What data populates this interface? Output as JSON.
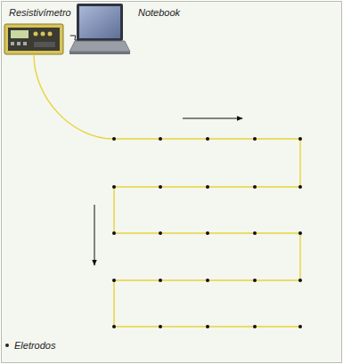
{
  "diagram": {
    "nodes": [
      {
        "text": [
          "Resistivímetro"
        ]
      },
      {
        "text": [
          "Notebook"
        ]
      }
    ],
    "edges": [
      {
        "from": 0,
        "to": 1,
        "arrow": "none"
      }
    ],
    "legend": [
      {
        "text": "Eletrodos"
      }
    ]
  }
}
